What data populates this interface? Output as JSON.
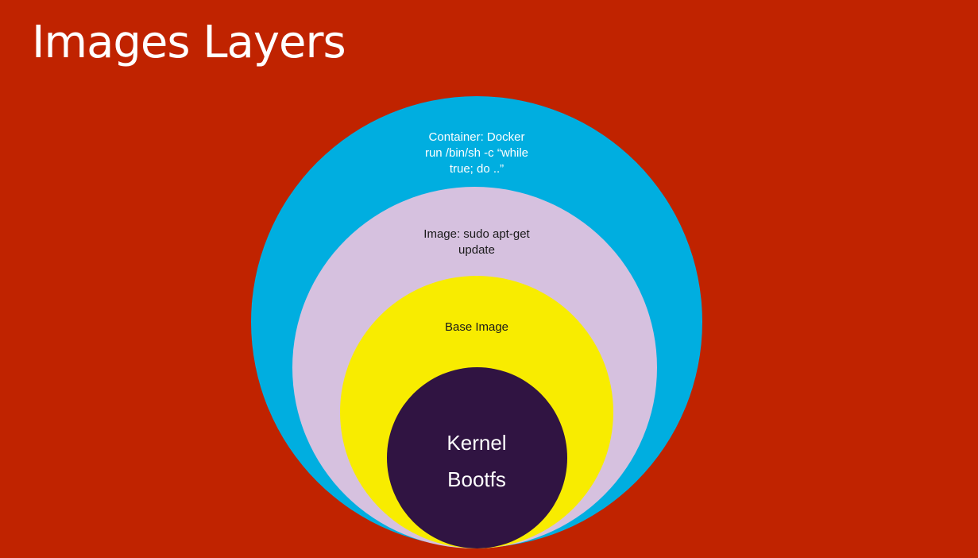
{
  "slide": {
    "title": "Images Layers"
  },
  "colors": {
    "background": "#c02300",
    "container_layer": "#00aee0",
    "image_layer": "#d6c1df",
    "base_layer": "#f8ec00",
    "kernel_layer": "#301442",
    "light_text": "#ffffff",
    "dark_text": "#1a1a1a"
  },
  "layers": {
    "container": {
      "lines": [
        "Container: Docker",
        "run /bin/sh -c “while",
        "true; do ..”"
      ]
    },
    "image": {
      "lines": [
        "Image: sudo apt-get",
        "update"
      ]
    },
    "base": {
      "lines": [
        "Base Image"
      ]
    },
    "kernel": {
      "lines": [
        "Kernel",
        "Bootfs"
      ]
    }
  }
}
